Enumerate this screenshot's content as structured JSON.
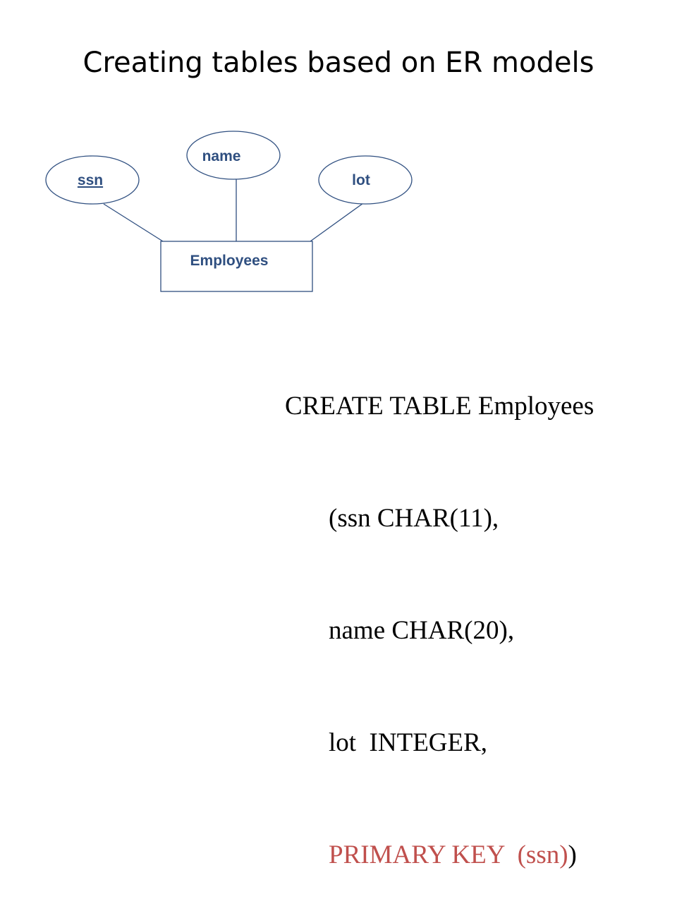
{
  "title": "Creating tables based on ER models",
  "diagram": {
    "entity": "Employees",
    "attributes": {
      "key": "ssn",
      "name": "name",
      "lot": "lot"
    },
    "colors": {
      "label": "#2f4f80",
      "outline": "#2f4f80"
    }
  },
  "sql": {
    "line1": "CREATE TABLE Employees",
    "line2": "(ssn CHAR(11),",
    "line3": "name CHAR(20),",
    "line4": "lot  INTEGER,",
    "pk_text": "PRIMARY KEY  (ssn)",
    "closing": ")",
    "colors": {
      "primary_key": "#c0504d"
    }
  }
}
